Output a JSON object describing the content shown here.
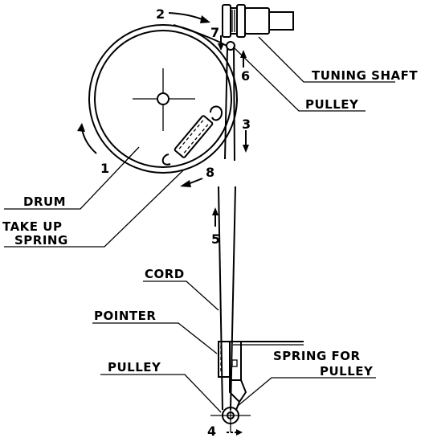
{
  "labels": {
    "tuning_shaft": "TUNING SHAFT",
    "pulley_top": "PULLEY",
    "drum": "DRUM",
    "take_up_spring_line1": "TAKE UP",
    "take_up_spring_line2": "SPRING",
    "cord": "CORD",
    "pointer": "POINTER",
    "pulley_bottom": "PULLEY",
    "spring_for_pulley_line1": "SPRING FOR",
    "spring_for_pulley_line2": "PULLEY"
  },
  "steps": {
    "s1": "1",
    "s2": "2",
    "s3": "3",
    "s4": "4",
    "s5": "5",
    "s6": "6",
    "s7": "7",
    "s8": "8"
  }
}
